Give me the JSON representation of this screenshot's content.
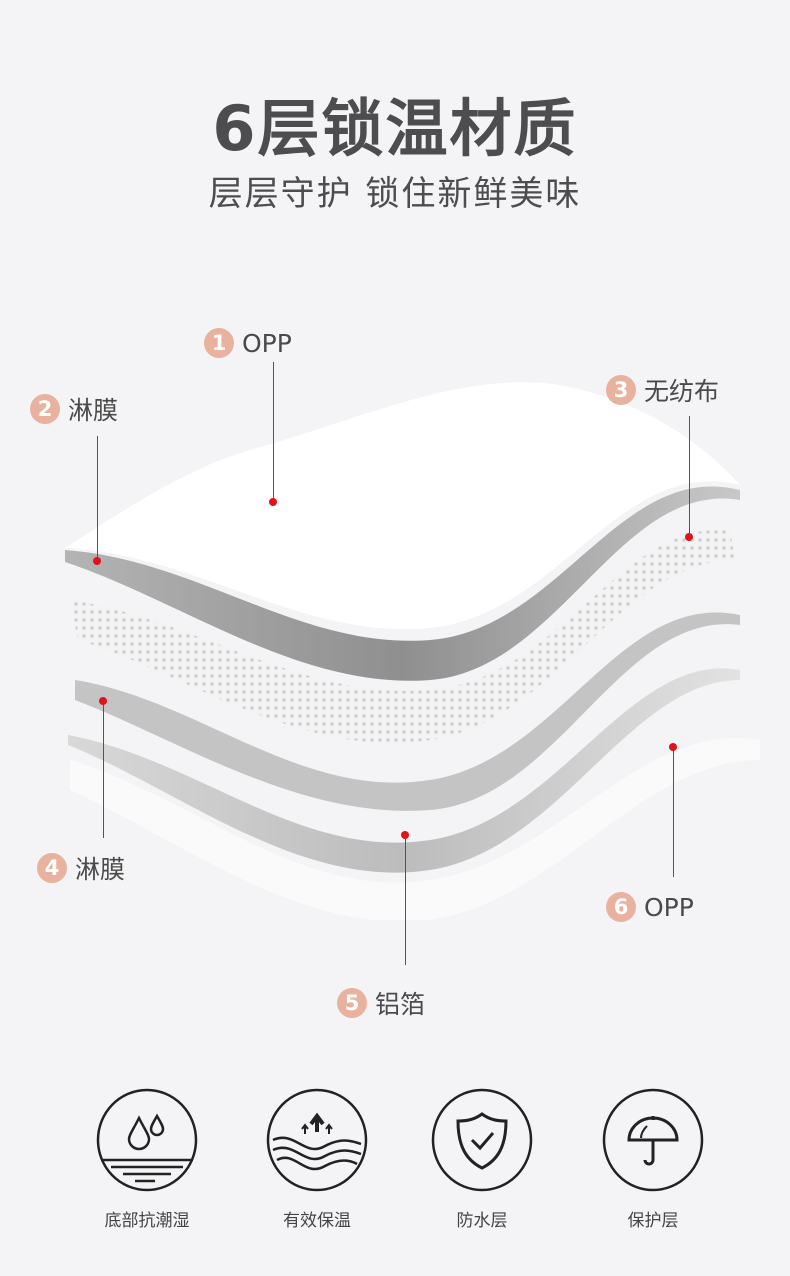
{
  "header": {
    "title": "6层锁温材质",
    "subtitle": "层层守护 锁住新鲜美味"
  },
  "layers": [
    {
      "num": "1",
      "name": "OPP"
    },
    {
      "num": "2",
      "name": "淋膜"
    },
    {
      "num": "3",
      "name": "无纺布"
    },
    {
      "num": "4",
      "name": "淋膜"
    },
    {
      "num": "5",
      "name": "铝箔"
    },
    {
      "num": "6",
      "name": "OPP"
    }
  ],
  "features": [
    {
      "icon": "water-drops-icon",
      "label": "底部抗潮湿"
    },
    {
      "icon": "heat-waves-icon",
      "label": "有效保温"
    },
    {
      "icon": "shield-check-icon",
      "label": "防水层"
    },
    {
      "icon": "umbrella-icon",
      "label": "保护层"
    }
  ],
  "colors": {
    "badge": "#e9b29e",
    "marker": "#e0121a",
    "text": "#4d4d4f"
  }
}
